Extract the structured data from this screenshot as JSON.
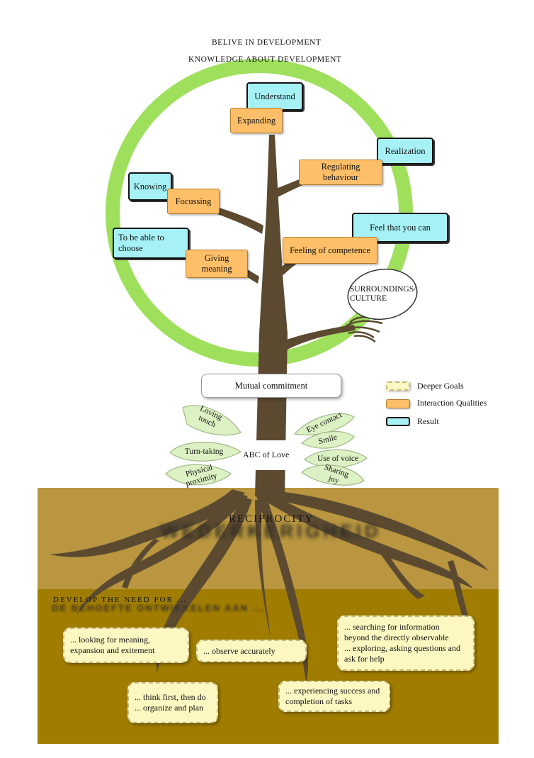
{
  "headings": {
    "top1": "BELIVE IN DEVELOPMENT",
    "top2": "KNOWLEDGE ABOUT DEVELOPMENT",
    "reciprocity": "RECIPROCITY",
    "reciprocity_shadow": "WEDERKERIGHEID",
    "develop": "DEVELOP THE NEED FOR ...",
    "develop_shadow": "DE BEHOEFTE ONTWIKKELEN AAN ..."
  },
  "results": {
    "understand": "Understand",
    "realization": "Realization",
    "knowing": "Knowing",
    "choose": "To be able to\nchoose",
    "feel": "Feel that you can"
  },
  "qualities": {
    "expanding": "Expanding",
    "regulating": "Regulating behaviour",
    "focussing": "Focussing",
    "meaning": "Giving meaning",
    "competence": "Feeling of competence"
  },
  "surroundings": "SURROUNDINGS/\nCULTURE",
  "commitment": "Mutual commitment",
  "abc": "ABC of Love",
  "leaves": {
    "loving_touch": "Loving\ntouch",
    "turn_taking": "Turn-taking",
    "proximity": "Physical\nproximity",
    "eye_contact": "Eye contact",
    "smile": "Smile",
    "voice": "Use of voice",
    "sharing_joy": "Sharing\njoy"
  },
  "goals": {
    "meaning": "... looking for meaning,\nexpansion and exitement",
    "observe": "... observe accurately",
    "searching": "... searching for information\nbeyond the directly observable\n... exploring, asking questions and\nask for help",
    "think": "... think first, then do\n... organize and plan",
    "success": "... experiencing success and\ncompletion of tasks"
  },
  "legend": {
    "deeper": "Deeper Goals",
    "interaction": "Interaction Qualities",
    "result": "Result"
  },
  "colors": {
    "ring": "#9ee05c",
    "trunk": "#5b4a30",
    "soil_top": "#b9963f",
    "soil_bottom": "#a07d00",
    "result_fill": "#a6f1f6",
    "quality_fill": "#ffbf69",
    "goal_fill": "#fdf8c2",
    "leaf_fill": "#ddf2c4"
  }
}
